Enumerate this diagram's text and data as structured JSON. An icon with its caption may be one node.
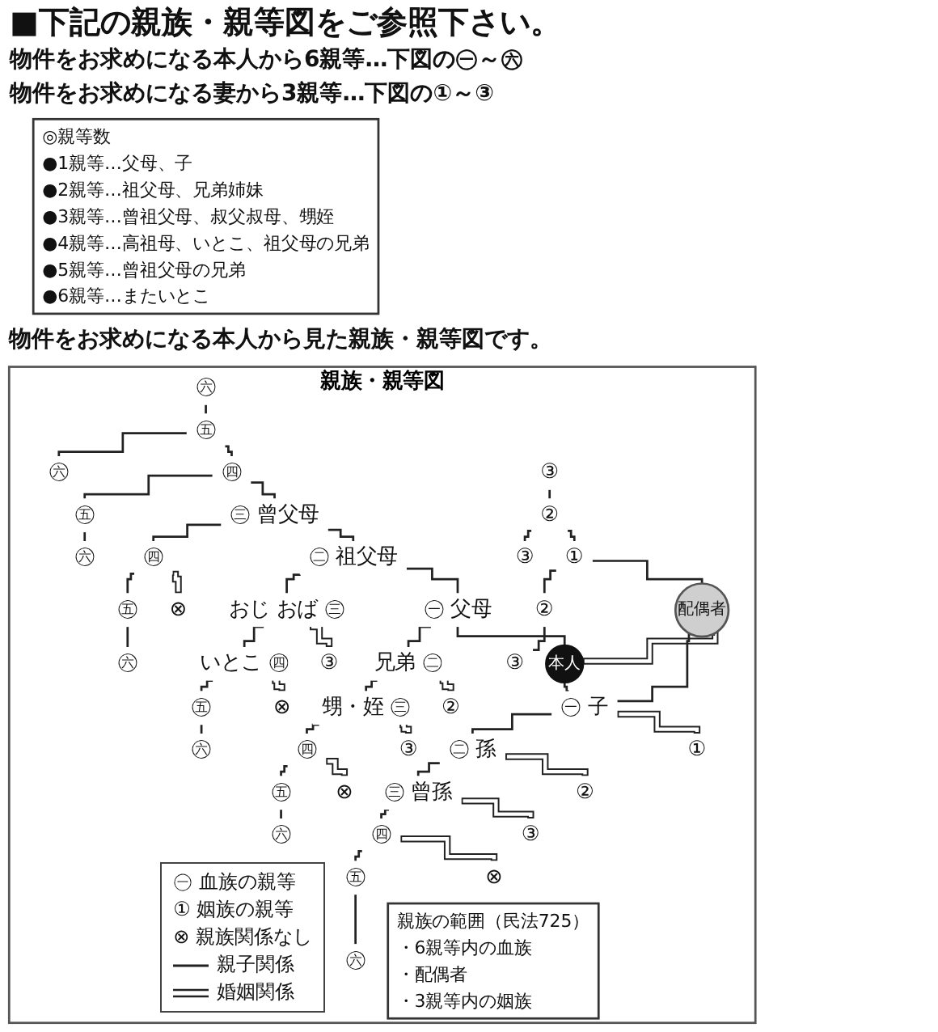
{
  "diagram": {
    "title": "■下記の親族・親等図をご参照下さい。",
    "nodes": [
      {
        "text": [
          "◎親等数",
          "●1親等…父母、子",
          "●2親等…祖父母、兄弟姉妹",
          "●3親等…曾祖父母、叔父叔母、甥姪",
          "●4親等…高祖母、いとこ、祖父母の兄弟",
          "●5親等…曾祖父母の兄弟",
          "●6親等…またいとこ"
        ]
      },
      {
        "text": [
          "親族・親等図"
        ]
      },
      {
        "text": [
          "㊅"
        ],
        "in": 1
      },
      {
        "text": [
          "㊄"
        ],
        "in": 1
      },
      {
        "text": [
          "㊃"
        ],
        "in": 1
      },
      {
        "text": [
          "㊅"
        ],
        "in": 1
      },
      {
        "text": [
          "③"
        ],
        "in": 1
      },
      {
        "text": [
          "㊂",
          "曾父母"
        ],
        "in": 1
      },
      {
        "text": [
          "㊄"
        ],
        "in": 1
      },
      {
        "text": [
          "②"
        ],
        "in": 1
      },
      {
        "text": [
          "㊁",
          "祖父母"
        ],
        "in": 1
      },
      {
        "text": [
          "㊃"
        ],
        "in": 1
      },
      {
        "text": [
          "⊗"
        ],
        "in": 1
      },
      {
        "text": [
          "㊅"
        ],
        "in": 1
      },
      {
        "text": [
          "③"
        ],
        "in": 1
      },
      {
        "text": [
          "①"
        ],
        "in": 1
      },
      {
        "text": [
          "㊀",
          "父母"
        ],
        "in": 1
      },
      {
        "text": [
          "おじ",
          "おば",
          "㊂"
        ],
        "in": 1
      },
      {
        "text": [
          "③"
        ],
        "in": 1
      },
      {
        "text": [
          "㊄"
        ],
        "in": 1
      },
      {
        "text": [
          "②"
        ],
        "in": 1
      },
      {
        "text": [
          "配偶者"
        ],
        "in": 1
      },
      {
        "text": [
          "本人"
        ],
        "in": 1
      },
      {
        "text": [
          "兄弟",
          "㊁"
        ],
        "in": 1
      },
      {
        "text": [
          "②"
        ],
        "in": 1
      },
      {
        "text": [
          "いとこ",
          "㊃"
        ],
        "in": 1
      },
      {
        "text": [
          "⊗"
        ],
        "in": 1
      },
      {
        "text": [
          "㊅"
        ],
        "in": 1
      },
      {
        "text": [
          "③"
        ],
        "in": 1
      },
      {
        "text": [
          "①"
        ],
        "in": 1
      },
      {
        "text": [
          "㊀",
          "子"
        ],
        "in": 1
      },
      {
        "text": [
          "甥・姪",
          "㊂"
        ],
        "in": 1
      },
      {
        "text": [
          "③"
        ],
        "in": 1
      },
      {
        "text": [
          "㊄"
        ],
        "in": 1
      },
      {
        "text": [
          "②"
        ],
        "in": 1
      },
      {
        "text": [
          "㊁",
          "孫"
        ],
        "in": 1
      },
      {
        "text": [
          "㊃"
        ],
        "in": 1
      },
      {
        "text": [
          "⊗"
        ],
        "in": 1
      },
      {
        "text": [
          "㊅"
        ],
        "in": 1
      },
      {
        "text": [
          "③"
        ],
        "in": 1
      },
      {
        "text": [
          "㊂",
          "曾孫"
        ],
        "in": 1
      },
      {
        "text": [
          "㊄"
        ],
        "in": 1
      },
      {
        "text": [
          "⊗"
        ],
        "in": 1
      },
      {
        "text": [
          "㊃"
        ],
        "in": 1
      },
      {
        "text": [
          "㊅"
        ],
        "in": 1
      },
      {
        "text": [
          "㊄"
        ],
        "in": 1
      },
      {
        "text": [
          "㊅"
        ],
        "in": 1
      },
      {
        "text": [
          "親族の範囲（民法725）",
          "・6親等内の血族",
          "・配偶者",
          "・3親等内の姻族"
        ],
        "in": 1
      }
    ],
    "edges": [
      {
        "from": 2,
        "to": 3,
        "arrow": "none"
      },
      {
        "from": 3,
        "to": 4,
        "arrow": "none"
      },
      {
        "from": 3,
        "to": 5,
        "arrow": "none"
      },
      {
        "from": 4,
        "to": 7,
        "arrow": "none"
      },
      {
        "from": 4,
        "to": 8,
        "arrow": "none"
      },
      {
        "from": 8,
        "to": 13,
        "arrow": "none"
      },
      {
        "from": 7,
        "to": 10,
        "arrow": "none"
      },
      {
        "from": 7,
        "to": 11,
        "arrow": "none"
      },
      {
        "from": 11,
        "to": 12,
        "arrow": "none",
        "style": "thick"
      },
      {
        "from": 11,
        "to": 19,
        "arrow": "none"
      },
      {
        "from": 19,
        "to": 27,
        "arrow": "none"
      },
      {
        "from": 6,
        "to": 9,
        "arrow": "none"
      },
      {
        "from": 9,
        "to": 15,
        "arrow": "none"
      },
      {
        "from": 9,
        "to": 14,
        "arrow": "none"
      },
      {
        "from": 10,
        "to": 16,
        "arrow": "none"
      },
      {
        "from": 10,
        "to": 17,
        "arrow": "none"
      },
      {
        "from": 17,
        "to": 18,
        "arrow": "none",
        "style": "thick"
      },
      {
        "from": 17,
        "to": 25,
        "arrow": "none"
      },
      {
        "from": 15,
        "to": 21,
        "arrow": "none"
      },
      {
        "from": 15,
        "to": 20,
        "arrow": "none"
      },
      {
        "from": 16,
        "to": 22,
        "arrow": "none"
      },
      {
        "from": 16,
        "to": 23,
        "arrow": "none"
      },
      {
        "from": 21,
        "to": 22,
        "arrow": "none",
        "style": "thick"
      },
      {
        "from": 23,
        "to": 24,
        "arrow": "none",
        "style": "thick"
      },
      {
        "from": 25,
        "to": 26,
        "arrow": "none",
        "style": "thick"
      },
      {
        "from": 25,
        "to": 33,
        "arrow": "none"
      },
      {
        "from": 20,
        "to": 28,
        "arrow": "none"
      },
      {
        "from": 21,
        "to": 30,
        "arrow": "none"
      },
      {
        "from": 22,
        "to": 30,
        "arrow": "none"
      },
      {
        "from": 23,
        "to": 31,
        "arrow": "none"
      },
      {
        "from": 30,
        "to": 29,
        "arrow": "none",
        "style": "thick"
      },
      {
        "from": 31,
        "to": 32,
        "arrow": "none",
        "style": "thick"
      },
      {
        "from": 33,
        "to": 38,
        "arrow": "none"
      },
      {
        "from": 31,
        "to": 36,
        "arrow": "none"
      },
      {
        "from": 30,
        "to": 35,
        "arrow": "none"
      },
      {
        "from": 35,
        "to": 34,
        "arrow": "none",
        "style": "thick"
      },
      {
        "from": 36,
        "to": 37,
        "arrow": "none",
        "style": "thick"
      },
      {
        "from": 36,
        "to": 41,
        "arrow": "none"
      },
      {
        "from": 35,
        "to": 40,
        "arrow": "none"
      },
      {
        "from": 40,
        "to": 39,
        "arrow": "none",
        "style": "thick"
      },
      {
        "from": 41,
        "to": 44,
        "arrow": "none"
      },
      {
        "from": 40,
        "to": 43,
        "arrow": "none"
      },
      {
        "from": 43,
        "to": 42,
        "arrow": "none",
        "style": "thick"
      },
      {
        "from": 43,
        "to": 45,
        "arrow": "none"
      },
      {
        "from": 45,
        "to": 46,
        "arrow": "none"
      }
    ],
    "labels": [
      "物件をお求めになる本人から6親等…下図の㊀～㊅",
      "物件をお求めになる妻から3親等…下図の①～③",
      "物件をお求めになる本人から見た親族・親等図です。"
    ],
    "legend": [
      {
        "text": "㊀ 血族の親等"
      },
      {
        "text": "① 姻族の親等"
      },
      {
        "text": "⊗ 親族関係なし"
      },
      {
        "text": "親子関係"
      },
      {
        "text": "婚姻関係"
      }
    ]
  }
}
